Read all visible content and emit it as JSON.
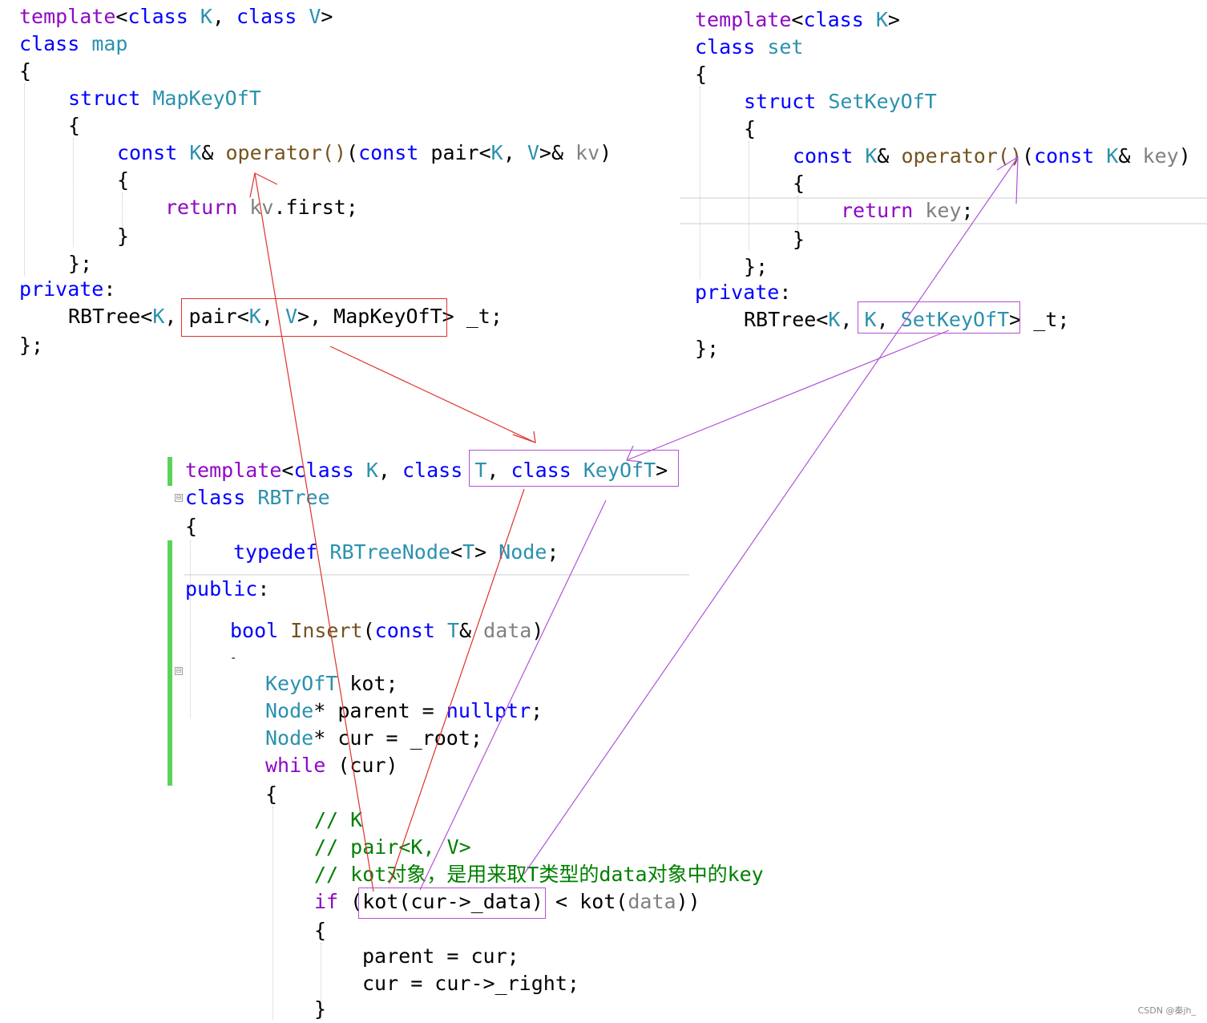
{
  "map_snippet": {
    "line1": {
      "t1": "template",
      "t2": "<",
      "t3": "class",
      "t4": " ",
      "t5": "K",
      "t6": ", ",
      "t7": "class",
      "t8": " ",
      "t9": "V",
      "t10": ">"
    },
    "line2": {
      "t1": "class",
      "t2": " ",
      "t3": "map"
    },
    "line3": "{",
    "line4": {
      "t1": "struct",
      "t2": " ",
      "t3": "MapKeyOfT"
    },
    "line5": "{",
    "line6": {
      "t1": "const",
      "t2": " ",
      "t3": "K",
      "t4": "& ",
      "t5": "operator()",
      "t6": "(",
      "t7": "const",
      "t8": " pair<",
      "t9": "K",
      "t10": ", ",
      "t11": "V",
      "t12": ">& ",
      "t13": "kv",
      "t14": ")"
    },
    "line7": "{",
    "line8": {
      "t1": "return",
      "t2": " ",
      "t3": "kv",
      "t4": ".first;"
    },
    "line9": "}",
    "line10": "};",
    "line11": {
      "t1": "private",
      "t2": ":"
    },
    "line12": {
      "t1": "RBTree<",
      "t2": "K",
      ",": ",",
      "t3": ", ",
      "t4": "pair<",
      "t5": "K",
      "t6": ", ",
      "t7": "V",
      "t8": ">, MapKeyOfT>",
      "t9": " _t;"
    },
    "line13": "};"
  },
  "set_snippet": {
    "line1": {
      "t1": "template",
      "t2": "<",
      "t3": "class",
      "t4": " ",
      "t5": "K",
      "t6": ">"
    },
    "line2": {
      "t1": "class",
      "t2": " ",
      "t3": "set"
    },
    "line3": "{",
    "line4": {
      "t1": "struct",
      "t2": " ",
      "t3": "SetKeyOfT"
    },
    "line5": "{",
    "line6": {
      "t1": "const",
      "t2": " ",
      "t3": "K",
      "t4": "& ",
      "t5": "operator()",
      "t6": "(",
      "t7": "const",
      "t8": " ",
      "t9": "K",
      "t10": "& ",
      "t11": "key",
      "t12": ")"
    },
    "line7": "{",
    "line8": {
      "t1": "return",
      "t2": " ",
      "t3": "key",
      "t4": ";"
    },
    "line9": "}",
    "line10": "};",
    "line11": {
      "t1": "private",
      "t2": ":"
    },
    "line12": {
      "t1": "RBTree<",
      "t2": "K",
      "t3": ", ",
      "t4": "K",
      "t5": ", ",
      "t6": "SetKeyOfT",
      "t7": ">",
      "t8": " _t;"
    },
    "line13": "};"
  },
  "rbtree_snippet": {
    "line1": {
      "t1": "template",
      "t2": "<",
      "t3": "class",
      "t4": " ",
      "t5": "K",
      "t6": ", ",
      "t7": "class",
      "t8": " ",
      "t9": "T",
      "t10": ", ",
      "t11": "class",
      "t12": " ",
      "t13": "KeyOfT",
      "t14": ">"
    },
    "line2": {
      "t1": "class",
      "t2": " ",
      "t3": "RBTree"
    },
    "line3": "{",
    "line4": {
      "t1": "typedef",
      "t2": " ",
      "t3": "RBTreeNode",
      "t4": "<",
      "t5": "T",
      "t6": "> ",
      "t7": "Node",
      "t8": ";"
    },
    "line5": {
      "t1": "public",
      "t2": ":"
    },
    "line6": {
      "t1": "bool",
      "t2": " ",
      "t3": "Insert",
      "t4": "(",
      "t5": "const",
      "t6": " ",
      "t7": "T",
      "t8": "& ",
      "t9": "data",
      "t10": ")"
    },
    "line7": "-",
    "line8": {
      "t1": "KeyOfT",
      "t2": " kot;"
    },
    "line9": {
      "t1": "Node",
      "t2": "* parent = ",
      "t3": "nullptr",
      "t4": ";"
    },
    "line10": {
      "t1": "Node",
      "t2": "* cur = _root;"
    },
    "line11": {
      "t1": "while",
      "t2": " (cur)"
    },
    "line12": "{",
    "line13": "// K",
    "line14": "// pair<K, V>",
    "line15": "// kot对象，是用来取T类型的data对象中的key",
    "line16": {
      "t1": "if",
      "t2": " (",
      "t3": "kot(cur->_data)",
      "t4": " < kot(",
      "t5": "data",
      "t6": "))"
    },
    "line17": "{",
    "line18": "parent = cur;",
    "line19": "cur = cur->_right;",
    "line20": "}"
  },
  "watermark": "CSDN @秦jh_",
  "colors": {
    "keyword": "#0000ff",
    "type": "#2b91af",
    "function": "#74531f",
    "parameter": "#808080",
    "purple_keyword": "#8f08c4",
    "comment": "#008000",
    "red_annotation": "#e0312f",
    "purple_annotation": "#b253d6",
    "change_bar": "#5bd35b"
  }
}
